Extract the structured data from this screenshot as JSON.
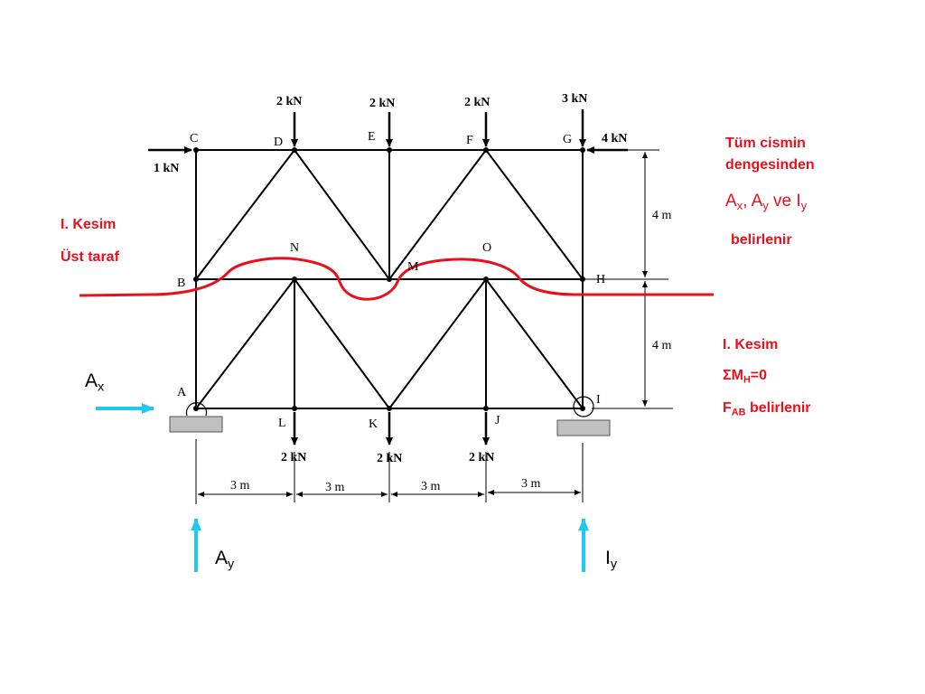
{
  "nodes": {
    "A": "A",
    "B": "B",
    "C": "C",
    "D": "D",
    "E": "E",
    "F": "F",
    "G": "G",
    "H": "H",
    "I": "I",
    "J": "J",
    "K": "K",
    "L": "L",
    "M": "M",
    "N": "N",
    "O": "O"
  },
  "loads": {
    "top_D": "2 kN",
    "top_E": "2 kN",
    "top_F": "2 kN",
    "top_G": "3 kN",
    "horiz_C": "1 kN",
    "horiz_G": "4 kN",
    "bottom_L": "2 kN",
    "bottom_K": "2 kN",
    "bottom_J": "2 kN"
  },
  "dimensions": {
    "h1": "3 m",
    "h2": "3 m",
    "h3": "3 m",
    "h4": "3 m",
    "v1": "4 m",
    "v2": "4 m"
  },
  "reactions": {
    "Ax_main": "A",
    "Ax_sub": "x",
    "Ay_main": "A",
    "Ay_sub": "y",
    "Iy_main": "I",
    "Iy_sub": "y"
  },
  "annotations": {
    "left_line1": "I. Kesim",
    "left_line2": "Üst taraf",
    "right_top_line1": "Tüm cismin",
    "right_top_line2": "dengesinden",
    "right_eq_A": "A",
    "right_eq_x": "x",
    "right_eq_sep1": ", A",
    "right_eq_y": "y",
    "right_eq_sep2": " ve I",
    "right_eq_y2": "y",
    "right_top_line4": "belirlenir",
    "right_bot_line1": "I. Kesim",
    "right_bot_sigma": "ΣM",
    "right_bot_H": "H",
    "right_bot_eq": "=0",
    "right_bot_F": "F",
    "right_bot_AB": "AB",
    "right_bot_line3": " belirlenir"
  },
  "colors": {
    "cut_line": "#e8101c",
    "reaction_arrow": "#1ec8f0",
    "text_red": "#e8101c",
    "support": "#c0c0c0"
  }
}
